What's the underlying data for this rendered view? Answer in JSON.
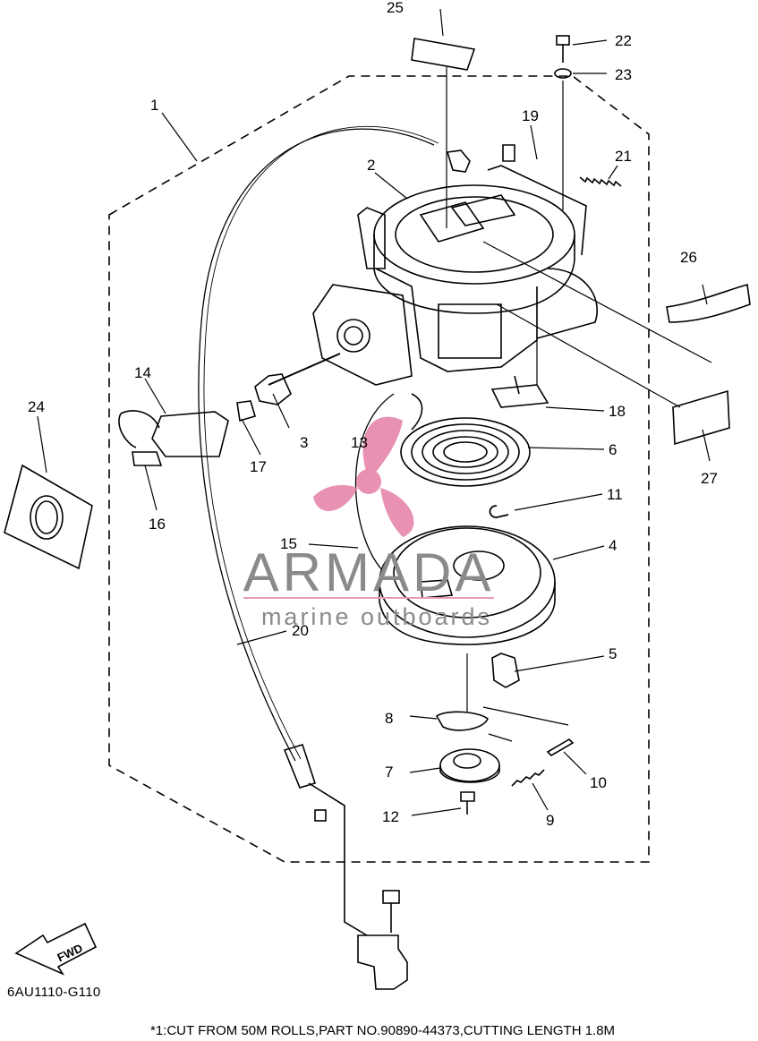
{
  "diagram": {
    "callouts": [
      "1",
      "2",
      "3",
      "4",
      "5",
      "6",
      "7",
      "8",
      "9",
      "10",
      "11",
      "12",
      "13",
      "14",
      "15",
      "16",
      "17",
      "18",
      "19",
      "20",
      "21",
      "22",
      "23",
      "24",
      "25",
      "26",
      "27"
    ],
    "fwd_label": "FWD",
    "reference_code": "6AU1110-G110",
    "footnote": "*1:CUT FROM 50M ROLLS,PART NO.90890-44373,CUTTING LENGTH 1.8M"
  },
  "watermark": {
    "brand": "ARMADA",
    "tagline": "marine outboards",
    "colors": {
      "text": "#8a8a8a",
      "accent": "#e79ab8",
      "prop": "#e47ea6"
    }
  }
}
